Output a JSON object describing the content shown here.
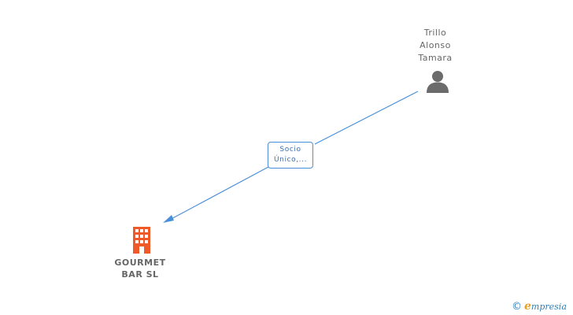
{
  "person": {
    "name_lines": [
      "Trillo",
      "Alonso",
      "Tamara"
    ],
    "icon": "person-icon",
    "color": "#6b6b6b"
  },
  "relation": {
    "label_lines": [
      "Socio",
      "Único,..."
    ],
    "color": "#4a8fd9"
  },
  "company": {
    "name_lines": [
      "GOURMET",
      "BAR SL"
    ],
    "icon": "building-icon",
    "color": "#f05a28"
  },
  "watermark": {
    "copyright_symbol": "©",
    "brand_initial": "e",
    "brand_rest": "mpresia"
  }
}
